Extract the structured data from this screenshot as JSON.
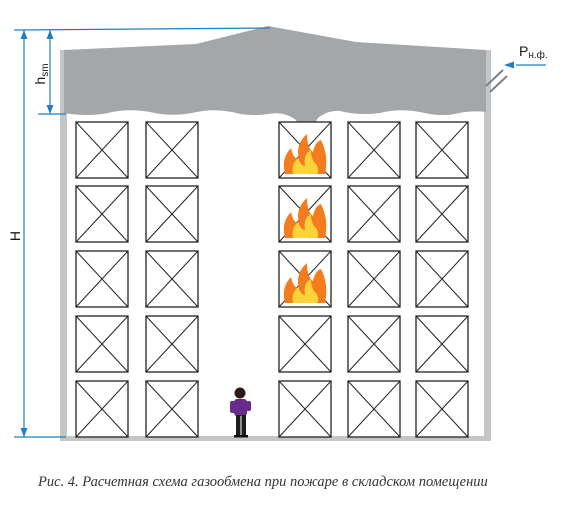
{
  "labels": {
    "H": "H",
    "h_main": "h",
    "h_sub": "sm",
    "p_main": "P",
    "p_sub": "н.ф."
  },
  "caption": "Рис. 4. Расчетная схема газообмена при пожаре в складском помещении",
  "colors": {
    "smoke": "#a4a7a9",
    "wall": "#c3c5c7",
    "rack_stroke": "#222222",
    "dimension": "#1f7fc2",
    "fire_outer": "#f47c1c",
    "fire_inner": "#ffd23a",
    "person_shirt": "#6a2a8c"
  },
  "racks": {
    "columns": 5,
    "rows": 5,
    "fire_column": 3,
    "fire_rows": [
      1,
      2,
      3
    ]
  }
}
